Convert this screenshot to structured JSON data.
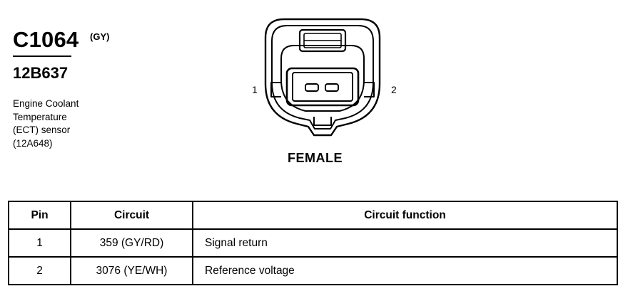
{
  "connector": {
    "id": "C1064",
    "color": "(GY)",
    "part_number": "12B637",
    "description_lines": [
      "Engine Coolant",
      "Temperature",
      "(ECT) sensor",
      "(12A648)"
    ]
  },
  "diagram": {
    "pin_left": "1",
    "pin_right": "2",
    "view": "FEMALE"
  },
  "table": {
    "headers": [
      "Pin",
      "Circuit",
      "Circuit function"
    ],
    "rows": [
      [
        "1",
        "359 (GY/RD)",
        "Signal return"
      ],
      [
        "2",
        "3076 (YE/WH)",
        "Reference voltage"
      ]
    ]
  }
}
